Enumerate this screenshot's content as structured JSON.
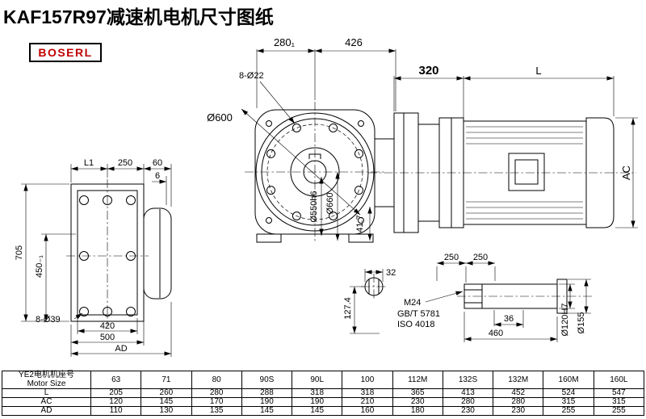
{
  "page": {
    "title": "KAF157R97减速机电机尺寸图纸",
    "logo": "BOSERL"
  },
  "drawing": {
    "left_view": {
      "l1": "L1",
      "w250": "250",
      "w60": "60",
      "t6": "6",
      "h705": "705",
      "h450": "450₋₁",
      "holes": "8-Ø39",
      "w420": "420",
      "w500": "500",
      "ad": "AD"
    },
    "front_view": {
      "w280": "280₁",
      "w426": "426",
      "holes": "8-Ø22",
      "d600": "Ø600",
      "d550": "Ø550h6",
      "d660": "Ø660",
      "h41_7": "41.7"
    },
    "motor_view": {
      "w320": "320",
      "l": "L",
      "ac": "AC"
    },
    "shaft_section": {
      "w32": "32",
      "h127_4": "127.4"
    },
    "shaft_detail": {
      "s250a": "250",
      "s250b": "250",
      "thread": "M24",
      "std1": "GB/T  5781",
      "std2": "ISO  4018",
      "t36": "36",
      "l460": "460",
      "d120": "Ø120H7",
      "d155": "Ø155"
    }
  },
  "table": {
    "row_header_cn": "YE2电机机座号",
    "row_header_en": "Motor Size",
    "columns": [
      "63",
      "71",
      "80",
      "90S",
      "90L",
      "100",
      "112M",
      "132S",
      "132M",
      "160M",
      "160L"
    ],
    "rows": [
      {
        "label": "L",
        "values": [
          "205",
          "260",
          "280",
          "288",
          "318",
          "318",
          "365",
          "413",
          "452",
          "524",
          "547"
        ]
      },
      {
        "label": "AC",
        "values": [
          "120",
          "145",
          "170",
          "190",
          "190",
          "210",
          "230",
          "280",
          "280",
          "315",
          "315"
        ]
      },
      {
        "label": "AD",
        "values": [
          "110",
          "130",
          "135",
          "145",
          "145",
          "160",
          "180",
          "230",
          "230",
          "255",
          "255"
        ]
      }
    ]
  }
}
